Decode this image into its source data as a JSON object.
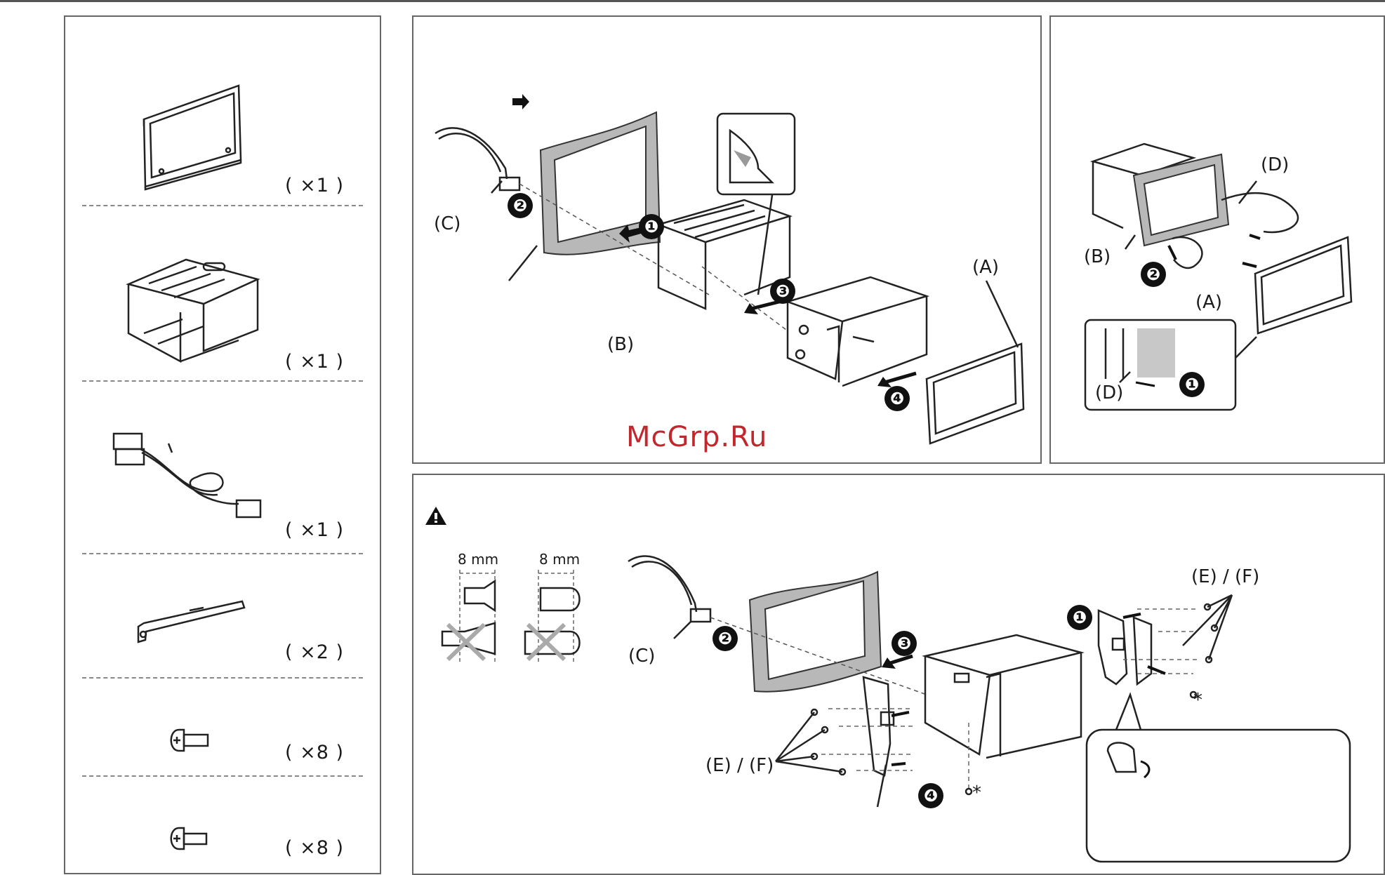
{
  "watermark": "McGrp.Ru",
  "parts": {
    "items": [
      {
        "qty": "( ×1 )"
      },
      {
        "qty": "( ×1 )"
      },
      {
        "qty": "( ×1 )"
      },
      {
        "qty": "( ×2 )"
      },
      {
        "qty": "( ×8 )"
      },
      {
        "qty": "( ×8 )"
      }
    ]
  },
  "install": {
    "labels": {
      "c": "(C)",
      "b": "(B)",
      "a": "(A)"
    },
    "steps": [
      "❶",
      "❷",
      "❸",
      "❹"
    ]
  },
  "removal": {
    "labels": {
      "d_top": "(D)",
      "b": "(B)",
      "a": "(A)",
      "d_inset": "(D)"
    },
    "steps": [
      "❶",
      "❷"
    ]
  },
  "bracket": {
    "dims": [
      "8 mm",
      "8 mm"
    ],
    "labels": {
      "c": "(C)",
      "ef_right": "(E) / (F)",
      "ef_left": "(E) / (F)",
      "asterisk_right": "*",
      "asterisk_left": "*"
    },
    "steps": [
      "❶",
      "❷",
      "❸",
      "❹"
    ]
  }
}
